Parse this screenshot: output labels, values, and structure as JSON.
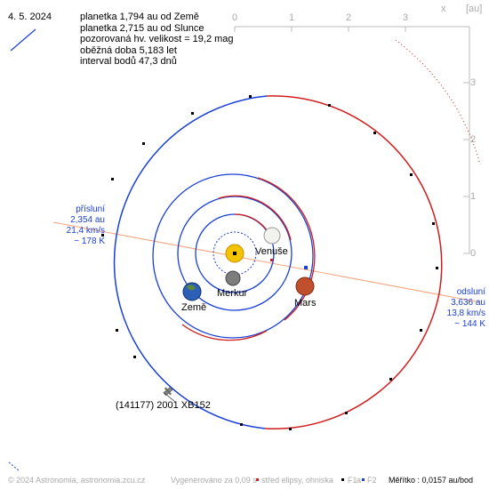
{
  "date": "4. 5. 2024",
  "info": [
    "planetka 1,794 au od Země",
    "planetka 2,715 au od Slunce",
    "pozorovaná hv. velikost = 19,2 mag",
    "oběžná doba 5,183 let",
    "interval bodů 47,3 dnů"
  ],
  "axes": {
    "x_unit": "x",
    "y_unit": "[au]",
    "x_ticks": [
      "0",
      "1",
      "2",
      "3"
    ],
    "y_ticks": [
      "3",
      "2",
      "1",
      "0"
    ]
  },
  "bodies": {
    "venus": "Venuše",
    "mercury": "Merkur",
    "earth": "Země",
    "mars": "Mars",
    "asteroid": "(141177) 2001 XB152"
  },
  "perihelion": [
    "přísluní",
    "2,354 au",
    "21,4 km/s",
    "~ 178 K"
  ],
  "aphelion": [
    "odsluní",
    "3,636 au",
    "13,8 km/s",
    "~ 144 K"
  ],
  "footer": {
    "copyright": "© 2024 Astronomia, astronomia.zcu.cz",
    "generated": "Vygenerováno za 0,09 s",
    "legend_center": "střed elipsy, ohniska",
    "legend_f1": "F1",
    "legend_a": "a",
    "legend_f2": "F2",
    "scale": "Měřítko : 0,0157 au/bod"
  },
  "colors": {
    "orbit_blue": "#1a3fd6",
    "orbit_red": "#d11c1c",
    "axis_grey": "#bbbbbb",
    "apsis_line": "#f2a57c"
  }
}
